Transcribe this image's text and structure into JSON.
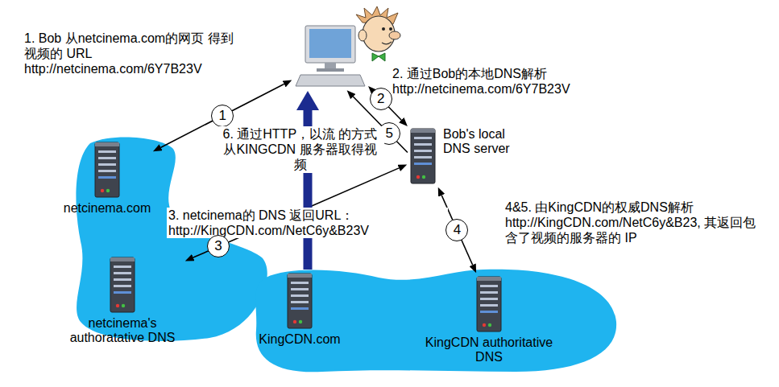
{
  "diagram": {
    "nodes": [
      {
        "text": []
      },
      {
        "text": [
          "netcinema.com"
        ]
      },
      {
        "text": [
          "Bob's local DNS server"
        ]
      },
      {
        "text": [
          "netcinema's authoratative DNS"
        ]
      },
      {
        "text": [
          "KingCDN.com"
        ]
      },
      {
        "text": [
          "KingCDN authoritative DNS"
        ]
      }
    ],
    "edges": [
      {
        "from": 0,
        "to": 1,
        "arrow": "both",
        "label": "1"
      },
      {
        "from": 0,
        "to": 2,
        "arrow": "both",
        "label": "2"
      },
      {
        "from": 2,
        "to": 0,
        "arrow": "to",
        "label": "5"
      },
      {
        "from": 2,
        "to": 3,
        "arrow": "both",
        "label": "3"
      },
      {
        "from": 2,
        "to": 5,
        "arrow": "both",
        "label": "4"
      },
      {
        "from": 4,
        "to": 0,
        "arrow": "to",
        "label": "6. 通过HTTP，以流 的方式从KINGCDN 服务器取得视频"
      }
    ],
    "labels": [
      "1. Bob 从netcinema.com的网页 得到视频的 URL http://netcinema.com/6Y7B23V",
      "2. 通过Bob的本地DNS解析 http://netcinema.com/6Y7B23V",
      "3. netcinema的 DNS 返回URL： http://KingCDN.com/NetC6y&B23V",
      "4&5. 由KingCDN的权威DNS解析 http://KingCDN.com/NetC6y&B23, 其返回包含了视频的服务器的 IP"
    ]
  }
}
